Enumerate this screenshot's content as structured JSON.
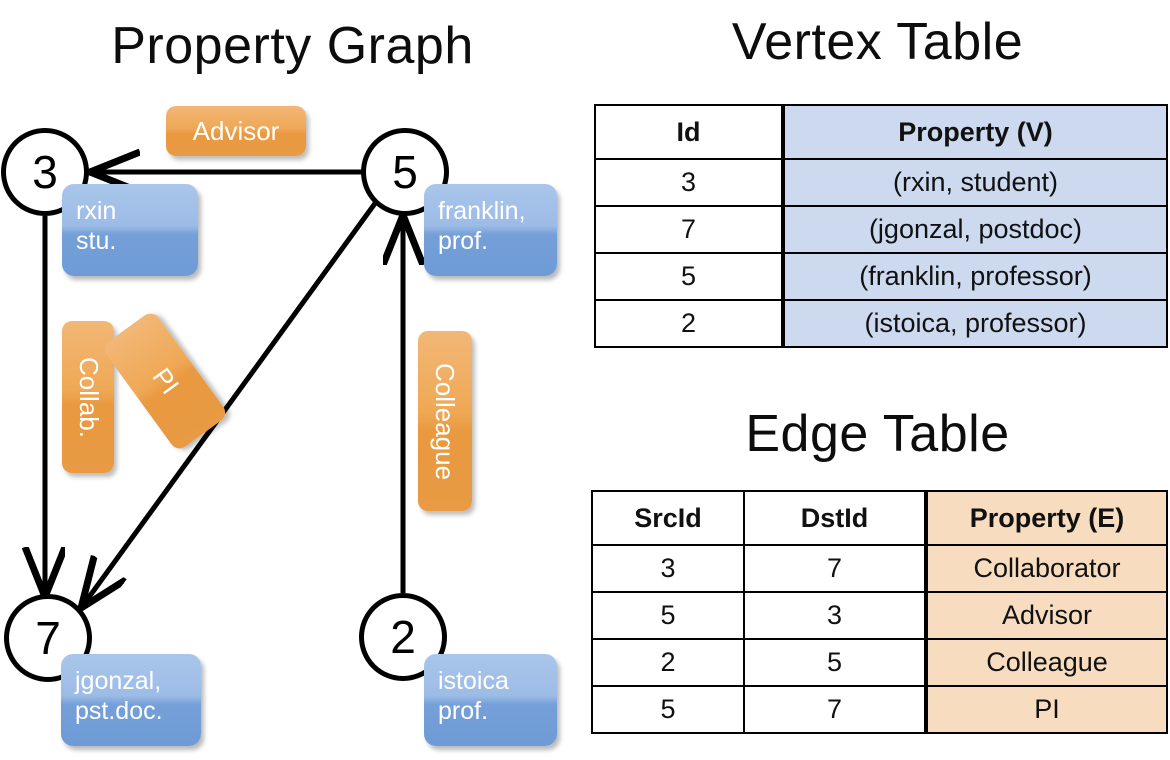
{
  "titles": {
    "property_graph": "Property Graph",
    "vertex_table": "Vertex Table",
    "edge_table": "Edge Table"
  },
  "graph": {
    "vertices": [
      {
        "id": "3",
        "name": "rxin",
        "role": "stu.",
        "line1": "rxin",
        "line2": "stu."
      },
      {
        "id": "5",
        "name": "franklin",
        "role": "prof.",
        "line1": "franklin,",
        "line2": "prof."
      },
      {
        "id": "7",
        "name": "jgonzal",
        "role": "pst.doc.",
        "line1": "jgonzal,",
        "line2": "pst.doc."
      },
      {
        "id": "2",
        "name": "istoica",
        "role": "prof.",
        "line1": "istoica",
        "line2": "prof."
      }
    ],
    "edge_labels": {
      "advisor": "Advisor",
      "collab": "Collab.",
      "pi": "PI",
      "colleague": "Colleague"
    }
  },
  "vertex_table": {
    "headers": [
      "Id",
      "Property (V)"
    ],
    "rows": [
      {
        "id": "3",
        "property": "(rxin, student)"
      },
      {
        "id": "7",
        "property": "(jgonzal, postdoc)"
      },
      {
        "id": "5",
        "property": "(franklin, professor)"
      },
      {
        "id": "2",
        "property": "(istoica, professor)"
      }
    ]
  },
  "edge_table": {
    "headers": [
      "SrcId",
      "DstId",
      "Property (E)"
    ],
    "rows": [
      {
        "src": "3",
        "dst": "7",
        "property": "Collaborator"
      },
      {
        "src": "5",
        "dst": "3",
        "property": "Advisor"
      },
      {
        "src": "2",
        "dst": "5",
        "property": "Colleague"
      },
      {
        "src": "5",
        "dst": "7",
        "property": "PI"
      }
    ]
  },
  "colors": {
    "vertex_property_fill": "#ccd9ef",
    "edge_property_fill": "#f7dcc0",
    "node_box_blue": "#8db3e2",
    "edge_label_orange": "#eda martian"
  }
}
